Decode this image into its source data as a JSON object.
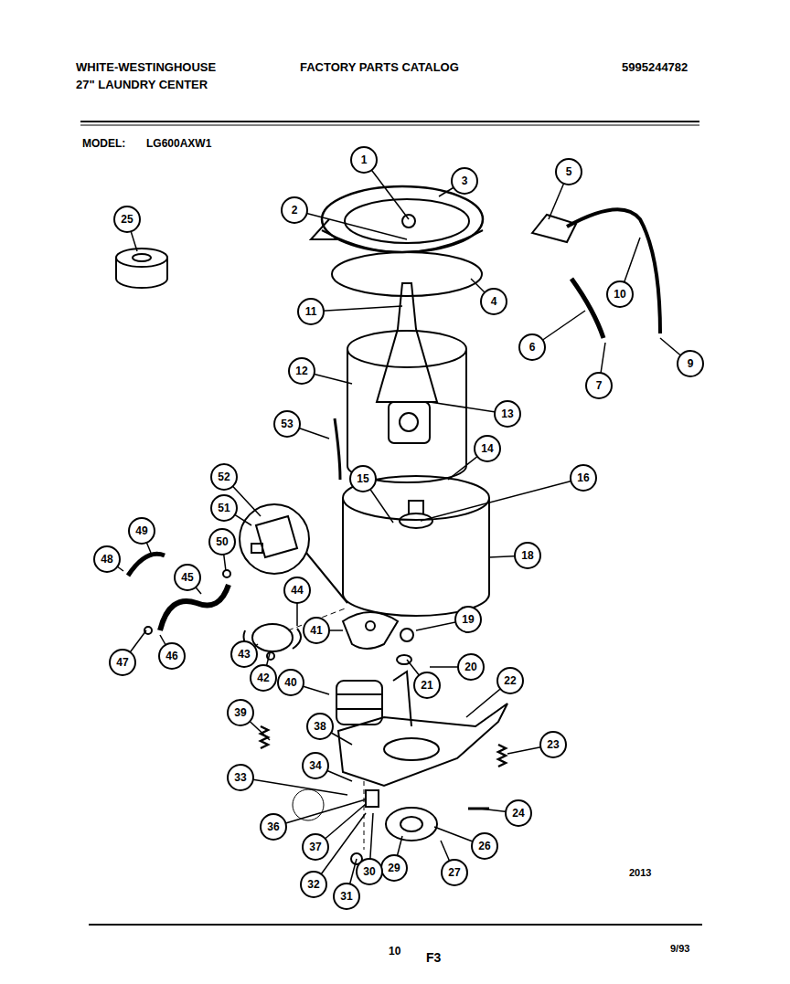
{
  "diagram": {
    "nodes": [
      {
        "text": [
          "1"
        ]
      },
      {
        "text": [
          "2"
        ]
      },
      {
        "text": [
          "3"
        ]
      },
      {
        "text": [
          "4"
        ]
      },
      {
        "text": [
          "5"
        ]
      },
      {
        "text": [
          "6"
        ]
      },
      {
        "text": [
          "7"
        ]
      },
      {
        "text": [
          "9"
        ]
      },
      {
        "text": [
          "10"
        ]
      },
      {
        "text": [
          "11"
        ]
      },
      {
        "text": [
          "12"
        ]
      },
      {
        "text": [
          "13"
        ]
      },
      {
        "text": [
          "14"
        ]
      },
      {
        "text": [
          "15"
        ]
      },
      {
        "text": [
          "16"
        ]
      },
      {
        "text": [
          "18"
        ]
      },
      {
        "text": [
          "19"
        ]
      },
      {
        "text": [
          "20"
        ]
      },
      {
        "text": [
          "21"
        ]
      },
      {
        "text": [
          "22"
        ]
      },
      {
        "text": [
          "23"
        ]
      },
      {
        "text": [
          "24"
        ]
      },
      {
        "text": [
          "25"
        ]
      },
      {
        "text": [
          "26"
        ]
      },
      {
        "text": [
          "27"
        ]
      },
      {
        "text": [
          "29"
        ]
      },
      {
        "text": [
          "30"
        ]
      },
      {
        "text": [
          "31"
        ]
      },
      {
        "text": [
          "32"
        ]
      },
      {
        "text": [
          "33"
        ]
      },
      {
        "text": [
          "34"
        ]
      },
      {
        "text": [
          "36"
        ]
      },
      {
        "text": [
          "37"
        ]
      },
      {
        "text": [
          "38"
        ]
      },
      {
        "text": [
          "39"
        ]
      },
      {
        "text": [
          "40"
        ]
      },
      {
        "text": [
          "41"
        ]
      },
      {
        "text": [
          "42"
        ]
      },
      {
        "text": [
          "43"
        ]
      },
      {
        "text": [
          "44"
        ]
      },
      {
        "text": [
          "45"
        ]
      },
      {
        "text": [
          "46"
        ]
      },
      {
        "text": [
          "47"
        ]
      },
      {
        "text": [
          "48"
        ]
      },
      {
        "text": [
          "49"
        ]
      },
      {
        "text": [
          "50"
        ]
      },
      {
        "text": [
          "51"
        ]
      },
      {
        "text": [
          "52"
        ]
      },
      {
        "text": [
          "53"
        ]
      }
    ],
    "labels": [
      "WHITE-WESTINGHOUSE",
      "27\" LAUNDRY CENTER",
      "FACTORY PARTS CATALOG",
      "5995244782",
      "MODEL:",
      "LG600AXW1",
      "2013",
      "10",
      "F3",
      "9/93"
    ]
  }
}
